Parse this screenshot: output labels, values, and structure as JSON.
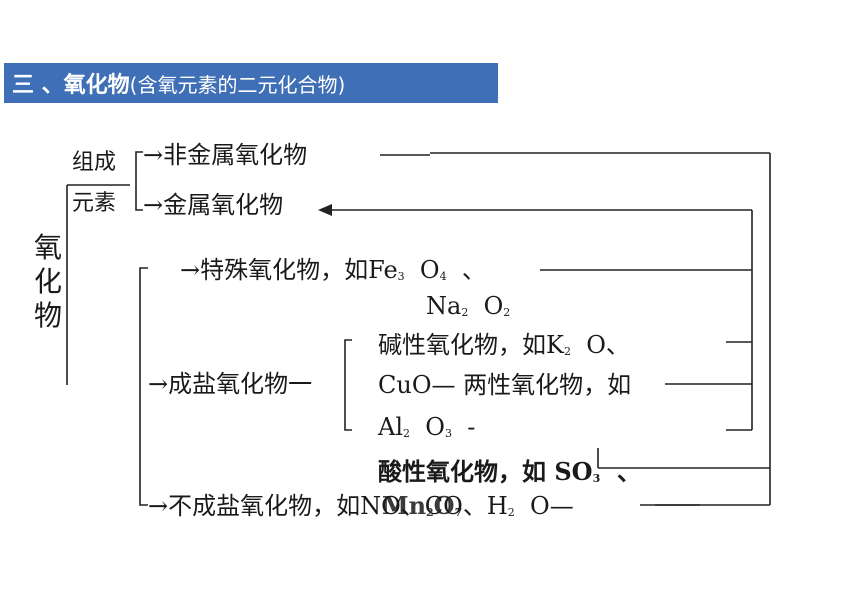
{
  "header": {
    "title_main": "三 、氧化物",
    "title_sub": "(含氧元素的二元化合物)",
    "bg_color": "#3f6fb6"
  },
  "root": {
    "char1": "氧",
    "char2": "化",
    "char3": "物"
  },
  "by_element": {
    "label_top": "组成",
    "label_bottom": "元素",
    "nonmetal": "→非金属氧化物",
    "metal": "→金属氧化物"
  },
  "special": {
    "label": "→特殊氧化物，如Fe",
    "fe_sub": "3",
    "o_text": "O",
    "o_sub": "4",
    "sep": "、",
    "na_text": "Na",
    "na_sub": "2",
    "o2_text": "O",
    "o2_sub": "2"
  },
  "salt_forming": {
    "label": "→成盐氧化物一",
    "basic": "碱性氧化物，如K",
    "basic_sub": "2",
    "basic_tail": "O、",
    "cuo": "CuO—",
    "amphoteric": "两性氧化物，如",
    "al_text": "Al",
    "al_sub": "2",
    "al_o": "O",
    "al_o_sub": "3",
    "al_dash": "-",
    "acidic": "酸性氧化物，如 SO",
    "acidic_sub": "3",
    "acidic_sep": "、",
    "mn_text": "Mn",
    "mn_sub": "2",
    "mn_o": "O",
    "mn_o_sub": "7"
  },
  "non_salt": {
    "label": "→不成盐氧化物，如NO、CO、H",
    "h_sub": "2",
    "tail": "O—"
  }
}
